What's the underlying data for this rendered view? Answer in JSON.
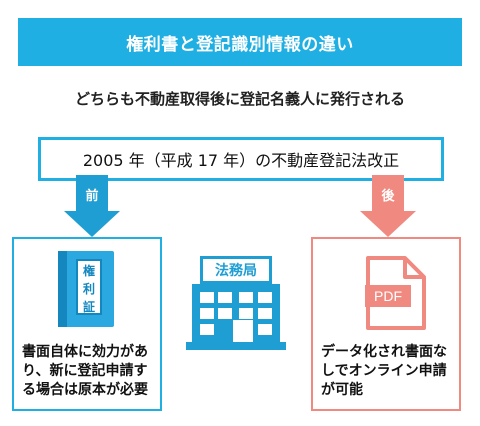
{
  "title": "権利書と登記識別情報の違い",
  "subtitle": "どちらも不動産取得後に登記名義人に発行される",
  "rule_change": "2005 年（平成 17 年）の不動産登記法改正",
  "before": {
    "label": "前",
    "book_label": [
      "権",
      "利",
      "証"
    ],
    "description": "書面自体に効力があり、新に登記申請する場合は原本が必要"
  },
  "center": {
    "office_label": "法務局"
  },
  "after": {
    "label": "後",
    "file_label": "PDF",
    "description": "データ化され書面なしでオンライン申請が可能"
  },
  "colors": {
    "blue": "#20afe3",
    "blue_dark": "#1f9ed4",
    "salmon": "#f08a80"
  }
}
